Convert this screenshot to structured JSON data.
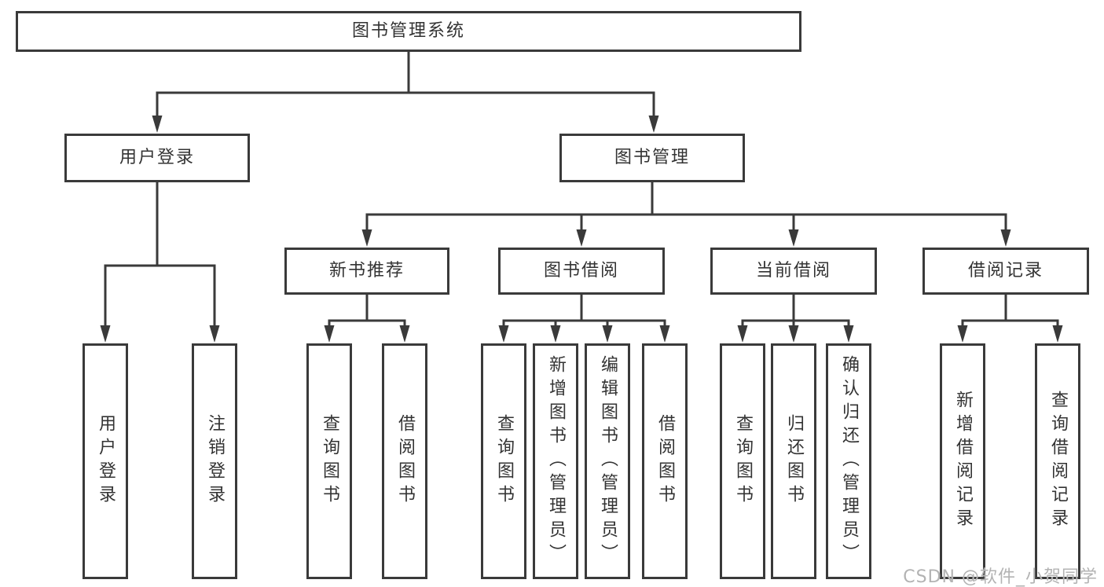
{
  "nodes": {
    "root": "图书管理系统",
    "user_login": "用户登录",
    "book_mgmt": "图书管理",
    "new_book_rec": "新书推荐",
    "book_borrow": "图书借阅",
    "current_borrow": "当前借阅",
    "borrow_records": "借阅记录",
    "leaf_user_login": "用户登录",
    "leaf_logout": "注销登录",
    "leaf_nbr_query": "查询图书",
    "leaf_nbr_borrow": "借阅图书",
    "leaf_bb_query": "查询图书",
    "leaf_bb_add": "新增图书（管理员）",
    "leaf_bb_edit": "编辑图书（管理员）",
    "leaf_bb_borrow": "借阅图书",
    "leaf_cb_query": "查询图书",
    "leaf_cb_return": "归还图书",
    "leaf_cb_confirm": "确认归还（管理员）",
    "leaf_br_add": "新增借阅记录",
    "leaf_br_query": "查询借阅记录"
  },
  "watermark": "CSDN @软件_小贺同学",
  "colors": {
    "line": "#3a3a3a",
    "box_border": "#3a3a3a",
    "box_fill": "#ffffff",
    "text": "#333333",
    "watermark": "#b3b3b3",
    "background": "#ffffff"
  }
}
